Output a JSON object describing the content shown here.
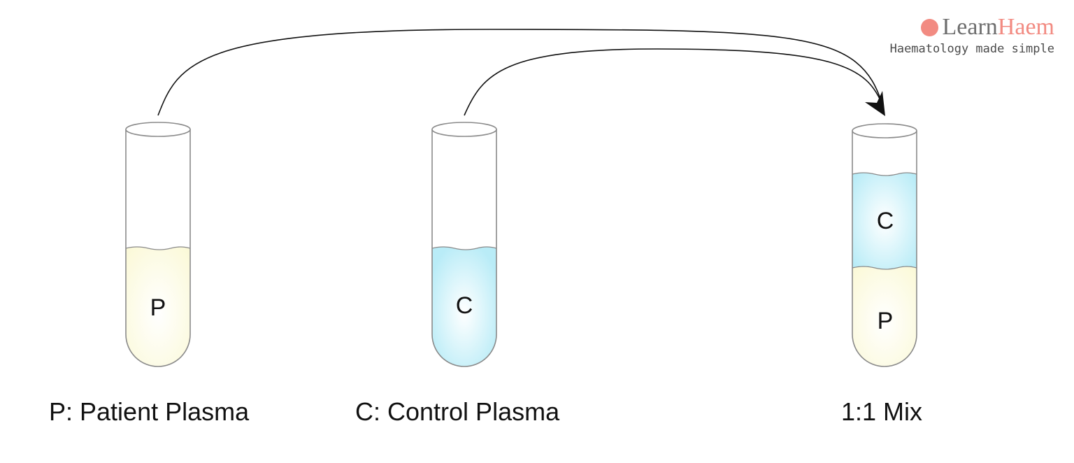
{
  "logo": {
    "word_learn": "Learn",
    "word_haem": "Haem",
    "tagline": "Haematology made simple",
    "accent_color": "#f28b82"
  },
  "tubes": {
    "patient": {
      "letter": "P",
      "caption": "P: Patient Plasma",
      "fill_color": "#fbf9d8"
    },
    "control": {
      "letter": "C",
      "caption": "C: Control Plasma",
      "fill_color": "#b9ecf7"
    },
    "mix": {
      "upper_letter": "C",
      "lower_letter": "P",
      "caption": "1:1 Mix"
    }
  },
  "arrows": [
    {
      "from": "patient",
      "to": "mix"
    },
    {
      "from": "control",
      "to": "mix"
    }
  ]
}
